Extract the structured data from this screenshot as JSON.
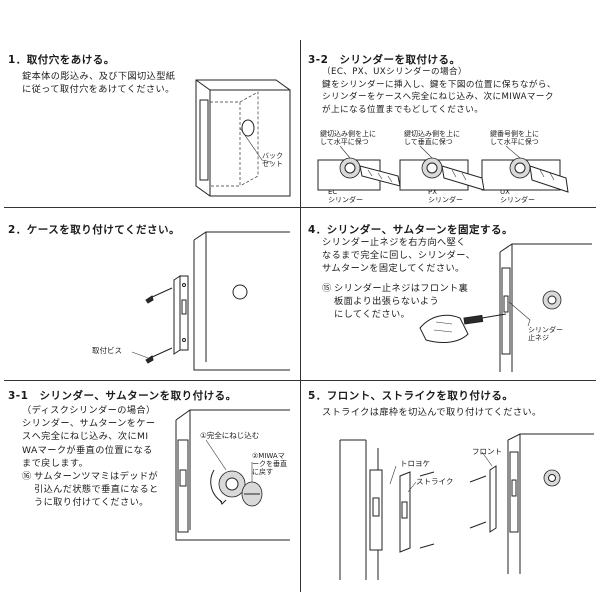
{
  "step1": {
    "title": "1．取付穴をあける。",
    "body": "錠本体の彫込み、及び下図切込型紙\nに従って取付穴をあけてください。",
    "label_backset": "バック\nセット"
  },
  "step32": {
    "title": "3-2　シリンダーを取付ける。",
    "body": "（EC、PX、UXシリンダーの場合）\n鍵をシリンダーに挿入し、鍵を下図の位置に保ちながら、\nシリンダーをケースへ完全にねじ込み、次にMIWAマーク\nが上になる位置までもどしてください。",
    "callout_ec": "鍵切込み側を上に\nして水平に保つ",
    "callout_px": "鍵切込み側を上に\nして垂直に保つ",
    "callout_ux": "鍵番号側を上に\nして水平に保つ",
    "label_ec": "EC\nシリンダー",
    "label_px": "PX\nシリンダー",
    "label_ux": "UX\nシリンダー"
  },
  "step2": {
    "title": "2．ケースを取り付けてください。",
    "label_screw": "取付ビス"
  },
  "step4": {
    "title": "4．シリンダー、サムターンを固定する。",
    "body": "シリンダー止ネジを右方向へ堅く\nなるまで完全に回し、シリンダー、\nサムターンを固定してください。",
    "note_marker": "⑮",
    "note": "シリンダー止ネジはフロント裏\n板面より出張らないよう\nにしてください。",
    "label_setscrew": "シリンダー\n止ネジ"
  },
  "step31": {
    "title": "3-1　シリンダー、サムターンを取り付ける。",
    "body": "（ディスクシリンダーの場合）\nシリンダー、サムターンをケー\nスへ完全にねじ込み、次にMI\nWAマークが垂直の位置になる\nまで戻します。",
    "note_marker": "⑯",
    "note": "サムターンツマミはデッドが\n引込んだ状態で垂直になると\nうに取り付けてください。",
    "callout1": "①完全にねじ込む",
    "callout2": "②MIWAマ\nークを垂直\nに戻す"
  },
  "step5": {
    "title": "5．フロント、ストライクを取り付ける。",
    "body": "ストライクは扉枠を切込んで取り付けてください。",
    "label_torooyoke": "トロヨケ",
    "label_strike": "ストライク",
    "label_front": "フロント"
  }
}
